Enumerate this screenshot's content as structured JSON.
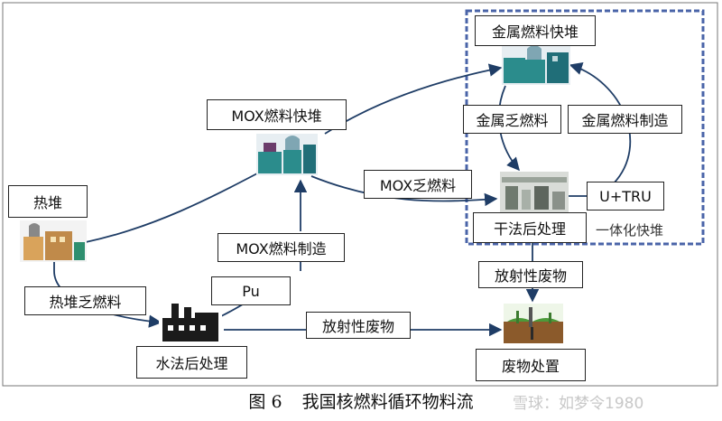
{
  "nodes": {
    "mox_reactor": "MOX燃料快堆",
    "metal_reactor": "金属燃料快堆",
    "thermal_reactor": "热堆",
    "aqueous": "水法后处理",
    "dry": "干法后处理",
    "disposal": "废物处置"
  },
  "edges": {
    "thermal_spent": "热堆乏燃料",
    "pu": "Pu",
    "mox_fab": "MOX燃料制造",
    "mox_spent": "MOX乏燃料",
    "metal_spent": "金属乏燃料",
    "metal_fab": "金属燃料制造",
    "u_tru": "U+TRU",
    "waste_top": "放射性废物",
    "waste_bottom": "放射性废物"
  },
  "group": {
    "integrated": "一体化快堆"
  },
  "caption": {
    "figure": "图 6",
    "title": "我国核燃料循环物料流"
  },
  "watermark": "雪球：如梦令1980",
  "colors": {
    "dashed_border": "#4a64a8",
    "arrow": "#1f3d66",
    "building_teal": "#2b8c8c"
  }
}
